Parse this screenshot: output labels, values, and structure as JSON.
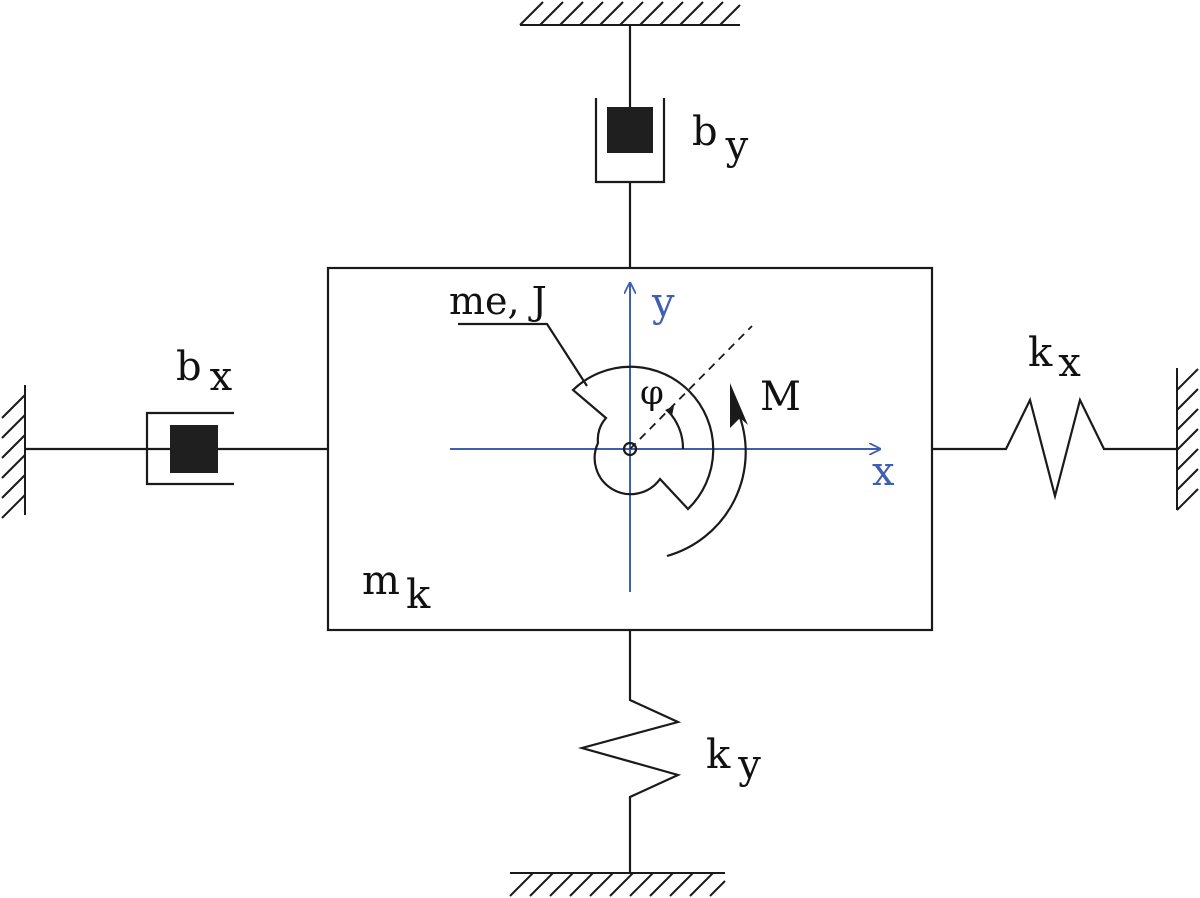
{
  "colors": {
    "line": "#1a1a1a",
    "axis": "#3f5fb0",
    "damper_block": "#1f1f1f",
    "background": "#ffffff"
  },
  "labels": {
    "by_base": "b",
    "by_sub": "y",
    "bx_base": "b",
    "bx_sub": "x",
    "kx_base": "k",
    "kx_sub": "x",
    "ky_base": "k",
    "ky_sub": "y",
    "mk_base": "m",
    "mk_sub": "k",
    "rotor": "me, J",
    "phi": "φ",
    "moment": "M",
    "x_axis": "x",
    "y_axis": "y"
  }
}
